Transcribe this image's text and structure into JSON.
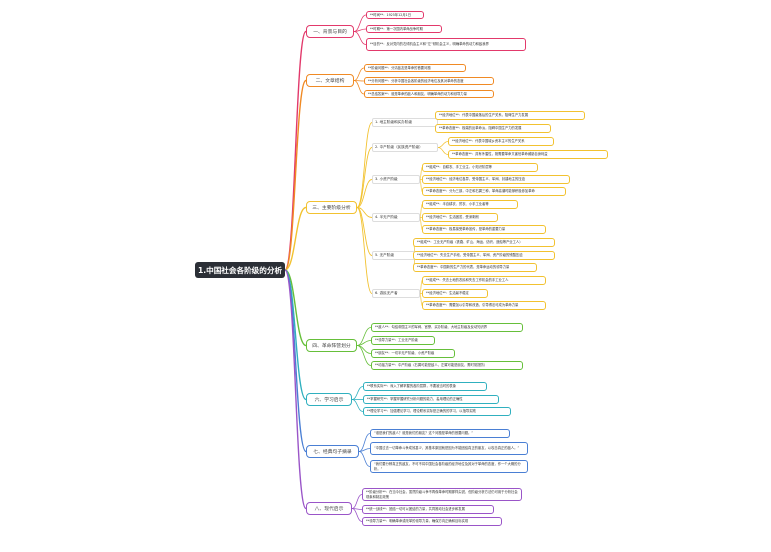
{
  "root": "1.中国社会各阶级的分析",
  "branches": [
    {
      "id": "b1",
      "title": "一、背景与目的",
      "color": "#e2396b",
      "leaves": [
        "**时间**：1925年12月1日",
        "**时期**：第一次国内革命战争时期",
        "**目的**：反对党内的右倾机会主义和“左”倾机会主义，明确革命的动力和敌我界"
      ]
    },
    {
      "id": "b2",
      "title": "二、文章结构",
      "color": "#f08a24",
      "leaves": [
        "**阶级问题**：分清敌友是革命的首要问题",
        "**分析问题**：分析中国社会各阶级的经济地位及其对革命的态度",
        "**总结答案**：谁是革命的敌人和朋友，明确革命的动力和领导力量"
      ]
    },
    {
      "id": "b3",
      "title": "三、主要阶级分析",
      "color": "#f2c230",
      "groups": [
        {
          "label": "1. 地主阶级和买办阶级",
          "leaves": [
            "**经济地位**：代表中国最落后的生产关系，阻碍生产力发展",
            "**革命态度**：极端的反革命派，阻碍中国生产力的发展"
          ]
        },
        {
          "label": "2. 中产阶级（民族资产阶级）",
          "leaves": [
            "**经济地位**：代表中国城乡资本主义的生产关系",
            "**革命态度**：具有矛盾性，既需要革命又害怕革命威胁自身利益"
          ]
        },
        {
          "label": "3. 小资产阶级",
          "leaves": [
            "**组成**：自耕农、手工业主、小知识阶层等",
            "**经济地位**：经济地位各异，受帝国主义、军阀、封建地主的压迫",
            "**革命态度**：分为三部，中左和右翼三种，革命高潮时能够积极参加革命"
          ]
        },
        {
          "label": "4. 半无产阶级",
          "leaves": [
            "**组成**：半自耕农、贫农、小手工业者等",
            "**经济地位**：生活困苦，受深剥削",
            "**革命态度**：极易接受革命宣传，是革命的重要力量"
          ]
        },
        {
          "label": "5. 无产阶级",
          "leaves": [
            "**组成**：工业无产阶级（铁路、矿山、海运、纺织、造船等产业工人）",
            "**经济地位**：失去生产手段，受帝国主义、军阀、资产阶级的残酷压迫",
            "**革命态度**：中国新的生产力的代表，是革命运动的领导力量"
          ]
        },
        {
          "label": "6. 游民无产者",
          "leaves": [
            "**组成**：失去土地的农民和失去工作机会的手工业工人",
            "**经济地位**：生活最不稳定",
            "**革命态度**：需要加以引导和改造，引导得法可成为革命力量"
          ]
        }
      ]
    },
    {
      "id": "b4",
      "title": "四、革命阵营划分",
      "color": "#66bf3a",
      "leaves": [
        "**敌人**：勾结帝国主义的军阀、官僚、买办阶级、大地主阶级及反动知识界",
        "**领导力量**：工业无产阶级",
        "**朋友**：一切半无产阶级、小资产阶级",
        "**动摇力量**：中产阶级（右翼可能是敌人，左翼可能是朋友，需时常提防）"
      ]
    },
    {
      "id": "b6",
      "title": "六、学习启示",
      "color": "#30b0bf",
      "leaves": [
        "**联系实际**：深入了解掌握的各阶层群，不要被当时的表象",
        "**掌握研究**：掌握掌握研究分析问题的能力，善用理论的正确性",
        "**理论学习**：加强理论学习，理论联系实际是正确的的学习，以指导实践"
      ]
    },
    {
      "id": "b7",
      "title": "七、经典句子摘录",
      "color": "#4a7fd4",
      "leaves": [
        "“谁是我们的敌人？谁是我们的朋友？这个问题是革命的首要问题。”",
        "“中国过去一切革命斗争成效甚少，其基本原因就是因为不能团结真正的朋友，以攻击真正的敌人。”",
        "“我们要分辨真正的敌友，不可不将中国社会各阶级的经济地位及其对于革命的态度，作一个大概的分析。”"
      ]
    },
    {
      "id": "b8",
      "title": "八、现代启示",
      "color": "#9a55c8",
      "leaves": [
        "**阶级分析**：在当今社会，虽然阶级斗争不再像革命时期那样尖锐，但阶级分析方法仍可用于分析社会现象和制定政策",
        "**统一战线**：团结一切可以团结的力量，共同推动社会进步和发展",
        "**领导力量**：明确革命或改革的领导力量，确保方向正确和目标实现"
      ]
    }
  ]
}
